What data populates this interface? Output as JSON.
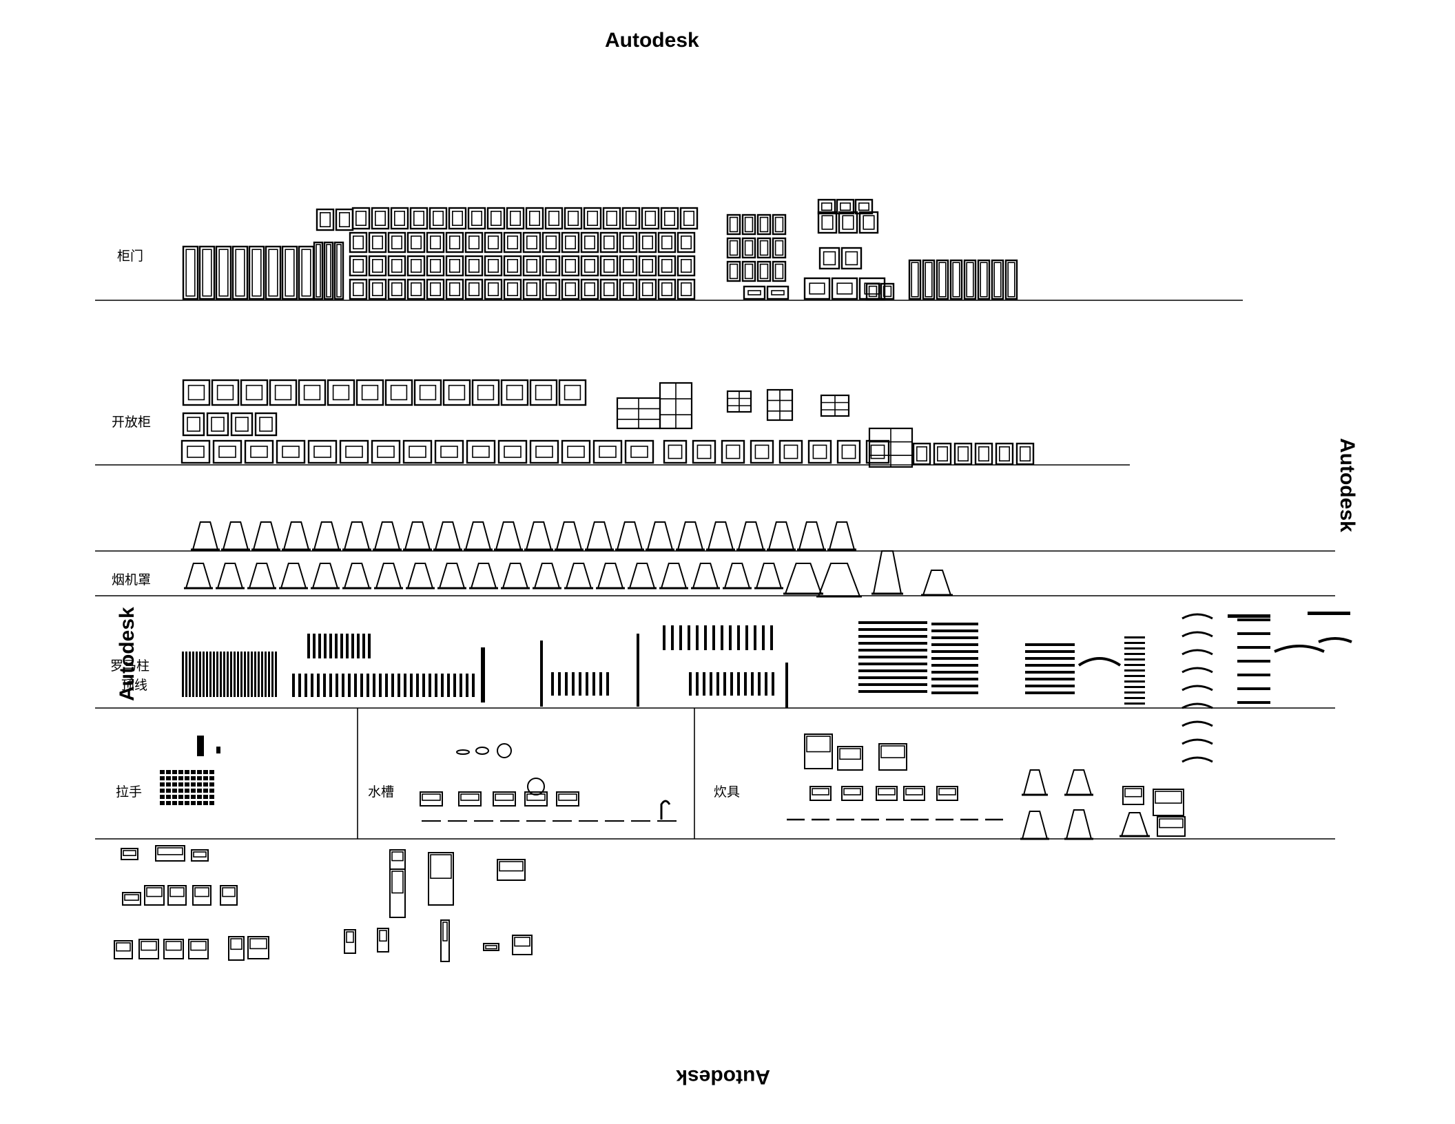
{
  "watermark": "Autodesk",
  "sections": {
    "cabinet_doors": "柜门",
    "open_cabinets": "开放柜",
    "range_hoods": "烟机罩",
    "roman_columns": "罗马柱",
    "crown_moulding": "顶线",
    "handles": "拉手",
    "sinks": "水槽",
    "cookware": "炊具"
  },
  "colors": {
    "ink": "#000000",
    "paper": "#ffffff"
  },
  "icons": [
    "cabinet-door-icon",
    "open-cabinet-icon",
    "range-hood-icon",
    "roman-column-icon",
    "handle-icon",
    "sink-icon",
    "cookware-icon",
    "appliance-icon"
  ]
}
